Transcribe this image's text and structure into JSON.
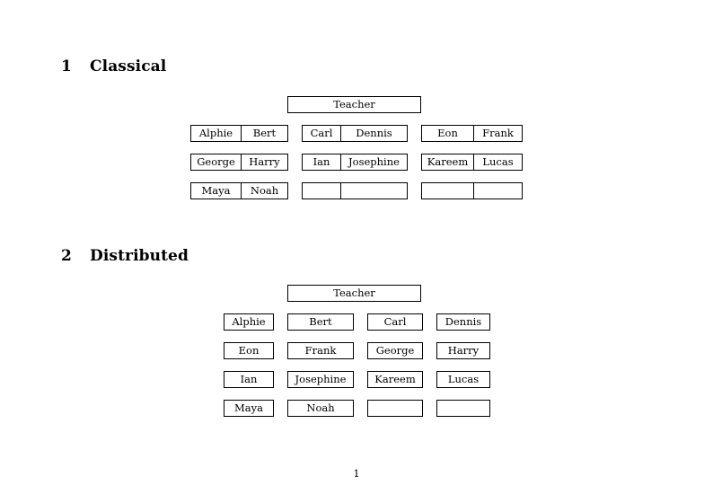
{
  "document": {
    "page_number": "1"
  },
  "sections": [
    {
      "number": "1",
      "title": "Classical",
      "teacher_label": "Teacher",
      "layout": "joined-pairs",
      "groups": [
        {
          "name": "left",
          "rows": [
            [
              "Alphie",
              "Bert"
            ],
            [
              "George",
              "Harry"
            ],
            [
              "Maya",
              "Noah"
            ]
          ]
        },
        {
          "name": "middle",
          "rows": [
            [
              "Carl",
              "Dennis"
            ],
            [
              "Ian",
              "Josephine"
            ],
            [
              "",
              ""
            ]
          ]
        },
        {
          "name": "right",
          "rows": [
            [
              "Eon",
              "Frank"
            ],
            [
              "Kareem",
              "Lucas"
            ],
            [
              "",
              ""
            ]
          ]
        }
      ]
    },
    {
      "number": "2",
      "title": "Distributed",
      "teacher_label": "Teacher",
      "layout": "separate-boxes",
      "rows": [
        [
          "Alphie",
          "Bert",
          "Carl",
          "Dennis"
        ],
        [
          "Eon",
          "Frank",
          "George",
          "Harry"
        ],
        [
          "Ian",
          "Josephine",
          "Kareem",
          "Lucas"
        ],
        [
          "Maya",
          "Noah",
          "",
          ""
        ]
      ]
    }
  ]
}
